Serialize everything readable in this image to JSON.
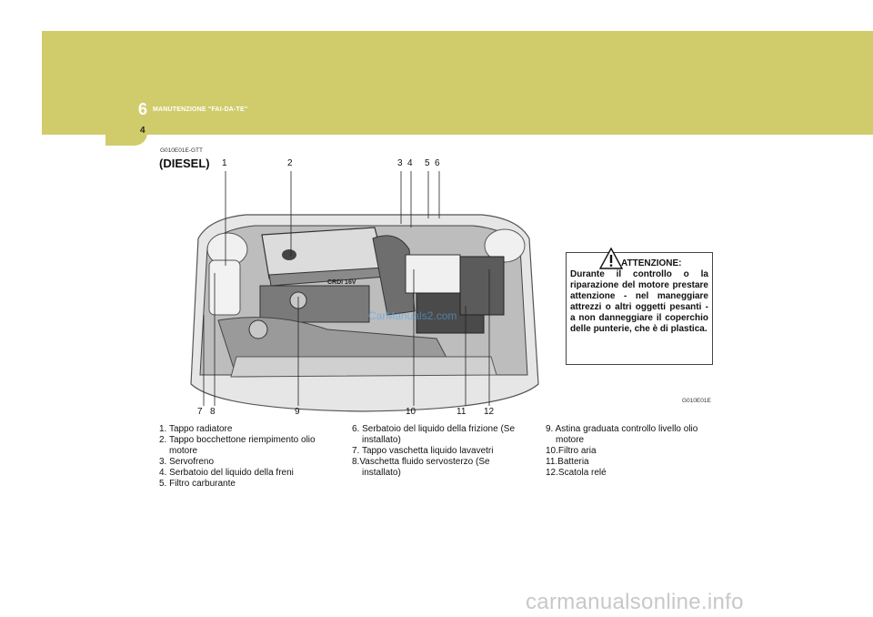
{
  "header": {
    "chapter_number": "6",
    "chapter_title": "MANUTENZIONE \"FAI-DA-TE\"",
    "page_number": "4"
  },
  "figure": {
    "code_top": "G010E01E-GTT",
    "heading": "(DIESEL)",
    "engine_text": "CRDi 16V",
    "callouts_top": [
      "1",
      "2",
      "3",
      "4",
      "5",
      "6"
    ],
    "callouts_bottom": [
      "7",
      "8",
      "9",
      "10",
      "11",
      "12"
    ],
    "watermark": "CarManuals2.com"
  },
  "warning": {
    "icon": "warning-triangle-icon",
    "title": "ATTENZIONE:",
    "body": "Durante il controllo o la riparazione del motore prestare attenzione - nel maneggiare attrezzi o altri oggetti pesanti - a non danneggiare il coperchio delle punterie, che è di plastica.",
    "code": "G010E01E"
  },
  "legend": {
    "col1": [
      "1. Tappo radiatore",
      "2. Tappo bocchettone riempimento olio motore",
      "3. Servofreno",
      "4. Serbatoio del liquido della freni",
      "5. Filtro carburante"
    ],
    "col2": [
      "6. Serbatoio del liquido della frizione (Se installato)",
      "7. Tappo vaschetta liquido lavavetri",
      "8.Vaschetta fluido servosterzo (Se installato)"
    ],
    "col3": [
      "9. Astina graduata controllo livello olio motore",
      "10.Filtro aria",
      "11.Batteria",
      "12.Scatola relé"
    ]
  },
  "footer": {
    "site": "carmanualsonline.info"
  },
  "colors": {
    "header_bg": "#d1cc6b"
  }
}
